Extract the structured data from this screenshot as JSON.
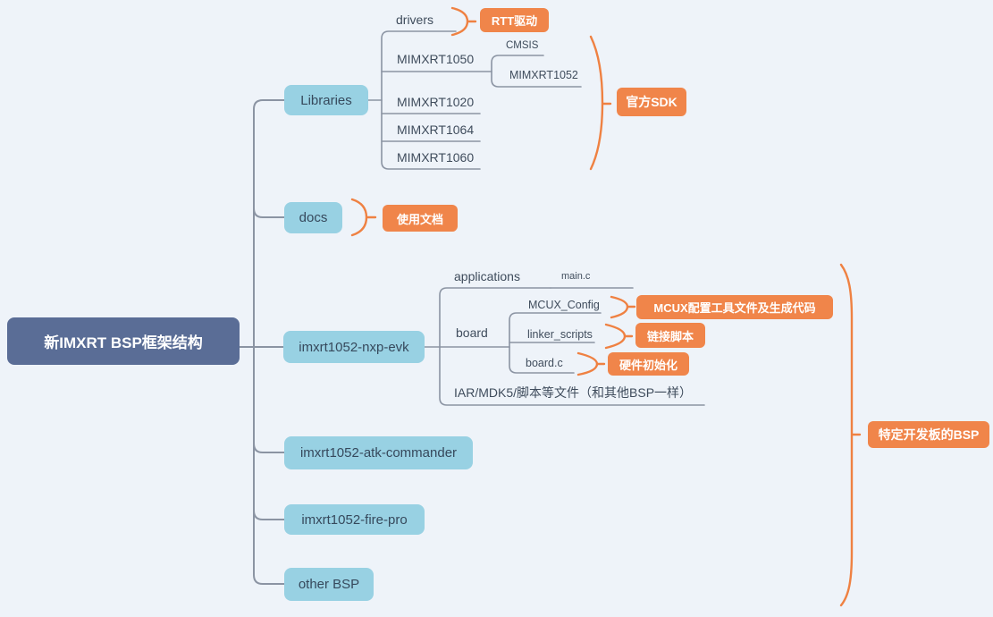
{
  "title": "新IMXRT BSP框架结构 mind map",
  "palette": {
    "background": "#eef3f9",
    "root_bg": "#5a6d96",
    "branch_bg": "#98d1e3",
    "branch_text": "#36495c",
    "accent_orange": "#f0854a",
    "line_gray": "#8b94a3"
  },
  "map": {
    "root": "新IMXRT BSP框架结构",
    "libraries": {
      "label": "Libraries",
      "drivers": {
        "label": "drivers",
        "callout": "RTT驱动"
      },
      "mimxrt1050": {
        "label": "MIMXRT1050",
        "cmsis": "CMSIS",
        "mimxrt1052": "MIMXRT1052"
      },
      "mimxrt1020": "MIMXRT1020",
      "mimxrt1064": "MIMXRT1064",
      "mimxrt1060": "MIMXRT1060",
      "sdk_callout": "官方SDK"
    },
    "docs": {
      "label": "docs",
      "callout": "使用文档"
    },
    "nxp_evk": {
      "label": "imxrt1052-nxp-evk",
      "applications": {
        "label": "applications",
        "main_c": "main.c"
      },
      "board": {
        "label": "board",
        "mcux_config": {
          "label": "MCUX_Config",
          "callout": "MCUX配置工具文件及生成代码"
        },
        "linker_scripts": {
          "label": "linker_scripts",
          "callout": "链接脚本"
        },
        "board_c": {
          "label": "board.c",
          "callout": "硬件初始化"
        }
      },
      "iar_mdk5": "IAR/MDK5/脚本等文件（和其他BSP一样）"
    },
    "atk_commander": "imxrt1052-atk-commander",
    "fire_pro": "imxrt1052-fire-pro",
    "other_bsp": "other BSP",
    "bsp_callout": "特定开发板的BSP"
  }
}
